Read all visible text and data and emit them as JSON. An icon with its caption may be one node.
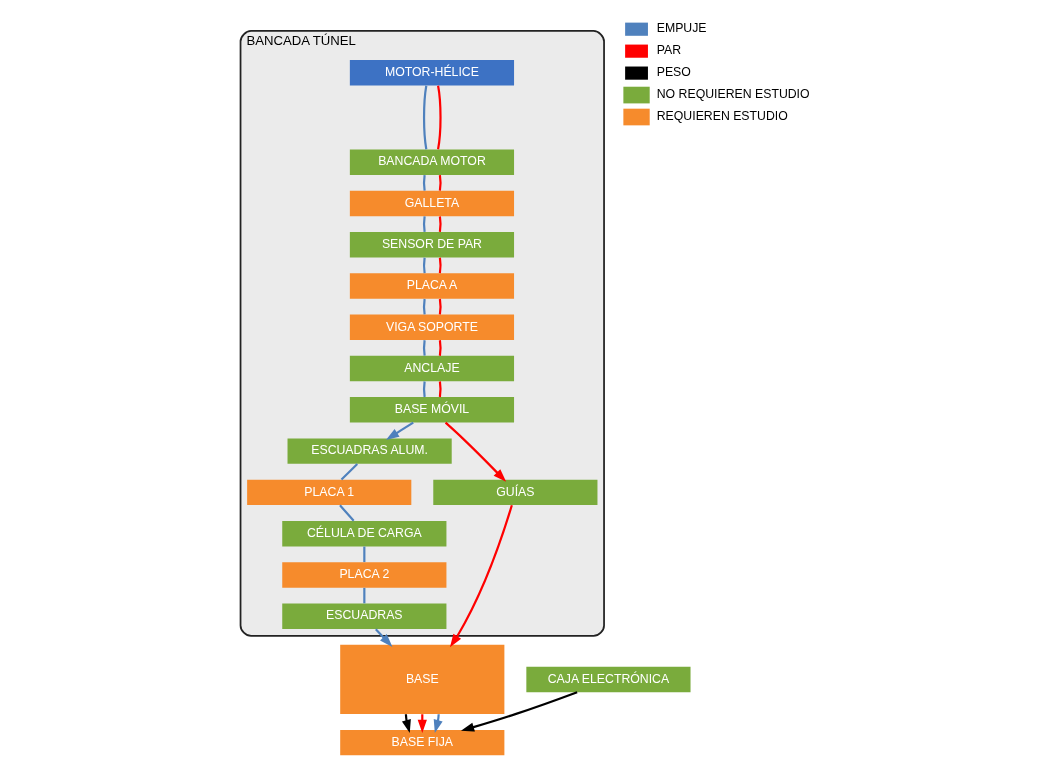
{
  "diagram": {
    "nodes": [
      {
        "text": [
          "BANCADA TÚNEL"
        ]
      },
      {
        "text": [
          "MOTOR-HÉLICE"
        ],
        "in": 0
      },
      {
        "text": [
          "BANCADA MOTOR"
        ],
        "in": 0
      },
      {
        "text": [
          "GALLETA"
        ],
        "in": 0
      },
      {
        "text": [
          "SENSOR DE PAR"
        ],
        "in": 0
      },
      {
        "text": [
          "PLACA A"
        ],
        "in": 0
      },
      {
        "text": [
          "VIGA SOPORTE"
        ],
        "in": 0
      },
      {
        "text": [
          "ANCLAJE"
        ],
        "in": 0
      },
      {
        "text": [
          "BASE MÓVIL"
        ],
        "in": 0
      },
      {
        "text": [
          "ESCUADRAS ALUM."
        ],
        "in": 0
      },
      {
        "text": [
          "GUÍAS"
        ],
        "in": 0
      },
      {
        "text": [
          "PLACA 1"
        ],
        "in": 0
      },
      {
        "text": [
          "CÉLULA DE CARGA"
        ],
        "in": 0
      },
      {
        "text": [
          "PLACA 2"
        ],
        "in": 0
      },
      {
        "text": [
          "ESCUADRAS"
        ],
        "in": 0
      },
      {
        "text": [
          "BASE"
        ]
      },
      {
        "text": [
          "CAJA ELECTRÓNICA"
        ]
      },
      {
        "text": [
          "BASE FIJA"
        ]
      }
    ],
    "edges": [
      {
        "from": 1,
        "to": 2,
        "arrow": "none"
      },
      {
        "from": 1,
        "to": 2,
        "arrow": "none",
        "color": "#ff0000"
      },
      {
        "from": 2,
        "to": 3,
        "arrow": "none"
      },
      {
        "from": 2,
        "to": 3,
        "arrow": "none",
        "color": "#ff0000"
      },
      {
        "from": 3,
        "to": 4,
        "arrow": "none"
      },
      {
        "from": 3,
        "to": 4,
        "arrow": "none",
        "color": "#ff0000"
      },
      {
        "from": 4,
        "to": 5,
        "arrow": "none"
      },
      {
        "from": 4,
        "to": 5,
        "arrow": "none",
        "color": "#ff0000"
      },
      {
        "from": 5,
        "to": 6,
        "arrow": "none"
      },
      {
        "from": 5,
        "to": 6,
        "arrow": "none",
        "color": "#ff0000"
      },
      {
        "from": 6,
        "to": 7,
        "arrow": "none"
      },
      {
        "from": 6,
        "to": 7,
        "arrow": "none",
        "color": "#ff0000"
      },
      {
        "from": 7,
        "to": 8,
        "arrow": "none"
      },
      {
        "from": 7,
        "to": 8,
        "arrow": "none",
        "color": "#ff0000"
      },
      {
        "from": 8,
        "to": 9,
        "arrow": "to"
      },
      {
        "from": 8,
        "to": 10,
        "arrow": "to",
        "color": "#ff0000"
      },
      {
        "from": 9,
        "to": 11,
        "arrow": "none"
      },
      {
        "from": 11,
        "to": 12,
        "arrow": "none"
      },
      {
        "from": 12,
        "to": 13,
        "arrow": "none"
      },
      {
        "from": 13,
        "to": 14,
        "arrow": "none"
      },
      {
        "from": 14,
        "to": 15,
        "arrow": "to"
      },
      {
        "from": 10,
        "to": 15,
        "arrow": "to",
        "color": "#ff0000"
      },
      {
        "from": 15,
        "to": 17,
        "arrow": "to",
        "color": "#000000"
      },
      {
        "from": 15,
        "to": 17,
        "arrow": "to",
        "color": "#ff0000"
      },
      {
        "from": 15,
        "to": 17,
        "arrow": "to"
      },
      {
        "from": 16,
        "to": 17,
        "arrow": "to",
        "color": "#000000"
      }
    ],
    "legend": [
      {
        "text": "EMPUJE"
      },
      {
        "text": "PAR"
      },
      {
        "text": "PESO"
      },
      {
        "text": "NO REQUIEREN ESTUDIO",
        "color": "#7aab3c"
      },
      {
        "text": "REQUIEREN ESTUDIO",
        "color": "#f68b2c"
      }
    ]
  }
}
